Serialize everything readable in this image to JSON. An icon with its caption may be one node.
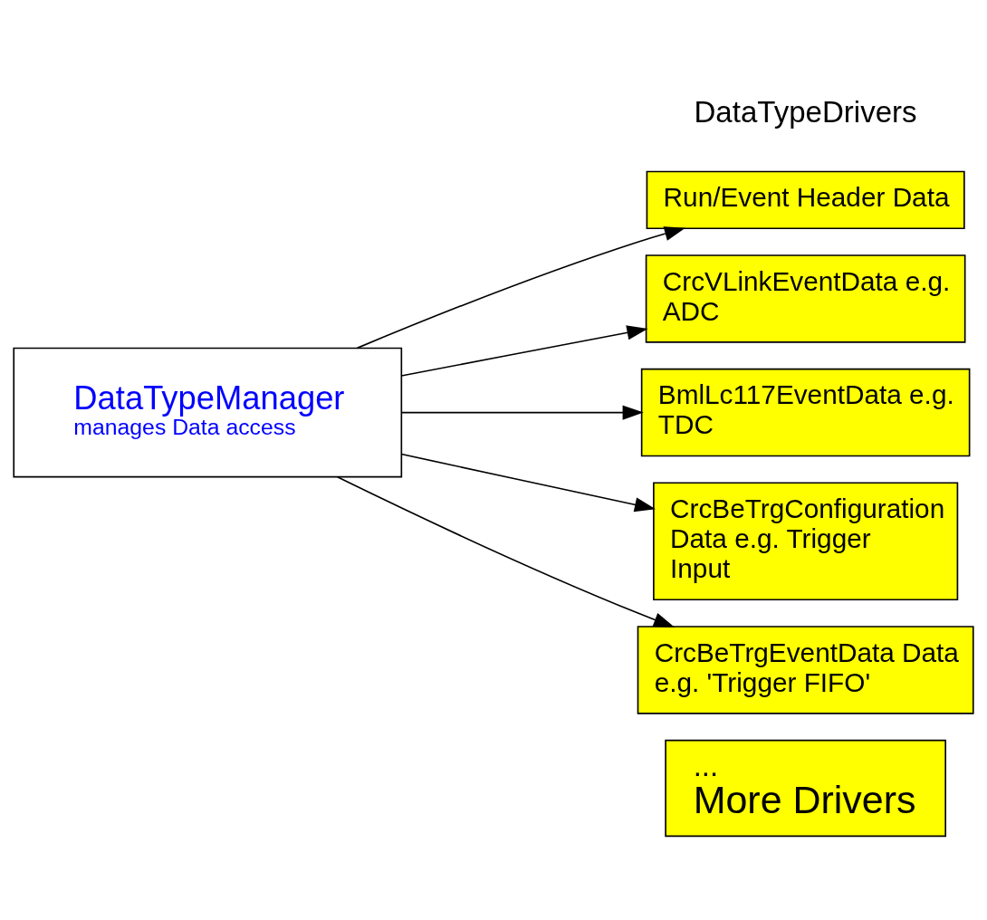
{
  "diagram": {
    "nodes": [
      {
        "text": [
          "DataTypeManager",
          "manages Data access"
        ]
      },
      {
        "text": [
          "Run/Event Header Data"
        ]
      },
      {
        "text": [
          "CrcVLinkEventData e.g. ADC"
        ]
      },
      {
        "text": [
          "BmlLc117EventData e.g. TDC"
        ]
      },
      {
        "text": [
          "CrcBeTrgConfiguration Data e.g. Trigger Input"
        ]
      },
      {
        "text": [
          "CrcBeTrgEventData Data e.g. 'Trigger FIFO'"
        ]
      },
      {
        "text": [
          "...",
          "More Drivers"
        ]
      }
    ],
    "edges": [
      {
        "from": 0,
        "to": 1,
        "arrow": "to"
      },
      {
        "from": 0,
        "to": 2,
        "arrow": "to"
      },
      {
        "from": 0,
        "to": 3,
        "arrow": "to"
      },
      {
        "from": 0,
        "to": 4,
        "arrow": "to"
      },
      {
        "from": 0,
        "to": 5,
        "arrow": "to"
      }
    ],
    "labels": [
      "DataTypeDrivers"
    ]
  }
}
